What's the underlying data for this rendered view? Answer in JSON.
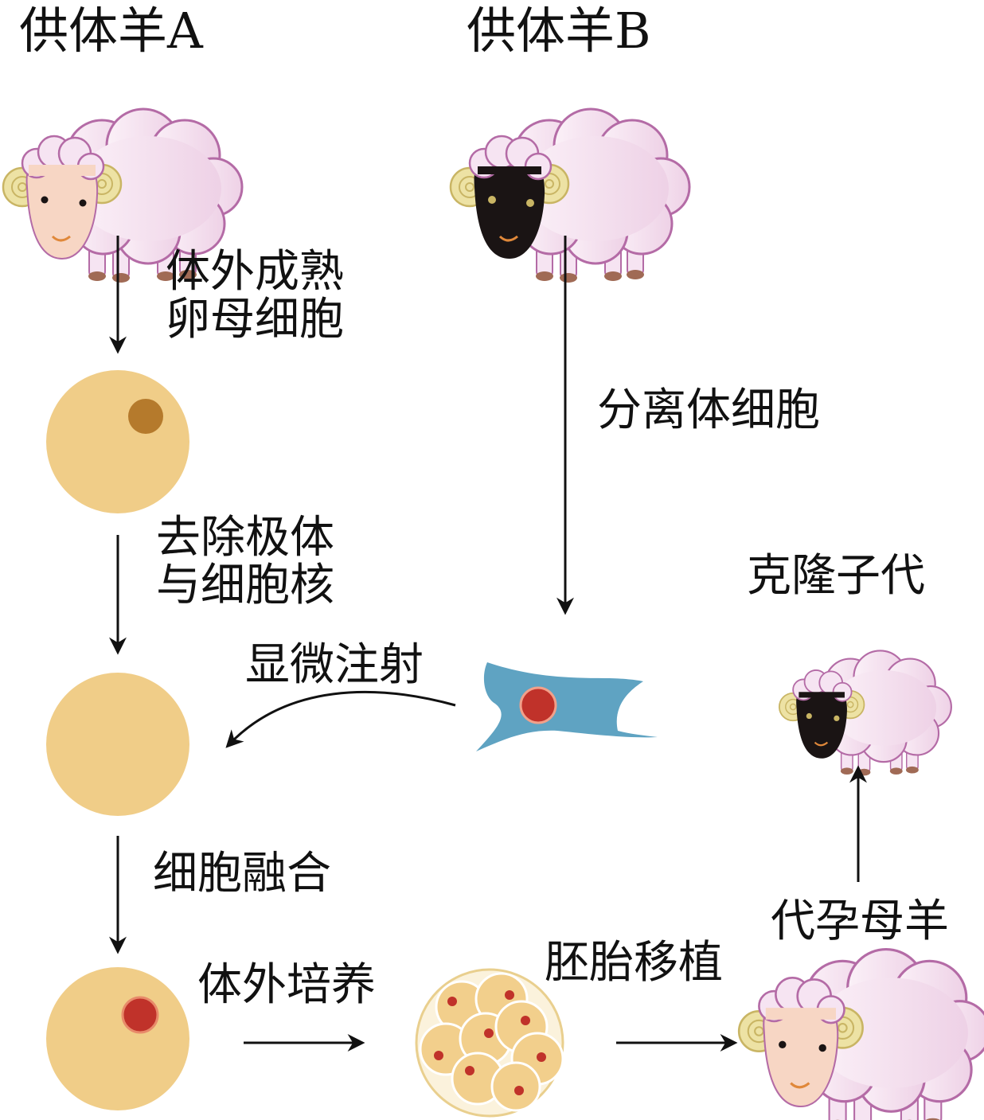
{
  "labels": {
    "donor_a": "供体羊A",
    "donor_b": "供体羊B",
    "mature_oocyte_line1": "体外成熟",
    "mature_oocyte_line2": "卵母细胞",
    "isolate_somatic": "分离体细胞",
    "remove_line1": "去除极体",
    "remove_line2": "与细胞核",
    "microinjection": "显微注射",
    "clone_offspring": "克隆子代",
    "cell_fusion": "细胞融合",
    "in_vitro_culture": "体外培养",
    "embryo_transfer": "胚胎移植",
    "surrogate_ewe": "代孕母羊"
  },
  "colors": {
    "egg": "#f0cd88",
    "egg_nucleus": "#b57a2c",
    "donor_nucleus": "#c0322a",
    "somatic_cell": "#5fa3c2",
    "wool": "#f6e4f2",
    "wool_outline": "#b46ba6",
    "face_light": "#f7d6c4",
    "face_dark": "#1a1414",
    "horn": "#ede2a4",
    "arrow": "#111111"
  },
  "icons": [
    "sheep-white-face-icon",
    "sheep-black-face-icon",
    "oocyte-icon",
    "somatic-cell-icon",
    "embryo-cluster-icon"
  ]
}
